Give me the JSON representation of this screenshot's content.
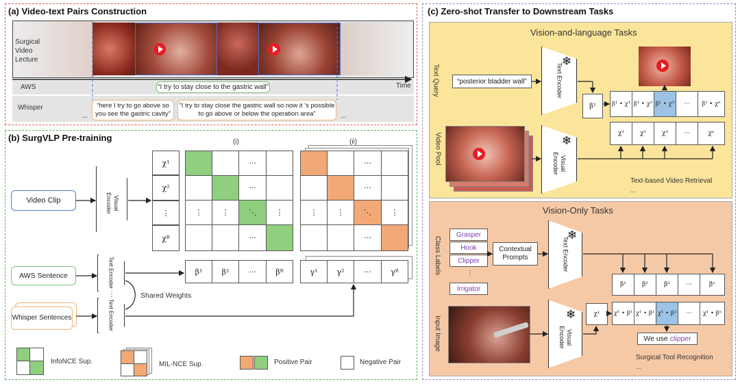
{
  "panel_a": {
    "title": "(a) Video-text Pairs Construction",
    "video_label": "Surgical Video Lecture",
    "time_label": "Time",
    "aws_label": "AWS",
    "whisper_label": "Whisper",
    "aws_quote": "“I try to stay close to the gastric wall”",
    "whisper_quote_1": "“here I try to go above so you see the gastric cavity”",
    "whisper_quote_2": "“I try to stay close the gastric wall so now it 's possible to go above or below the operation area”",
    "ellipsis": "..."
  },
  "panel_b": {
    "title": "(b) SurgVLP Pre-training",
    "video_clip": "Video Clip",
    "visual_encoder": "Visual Encoder",
    "text_encoder": "Text Encoder",
    "aws_sentence": "AWS Sentence",
    "whisper_sentences": "Whisper Sentences",
    "shared_weights": "Shared Weights",
    "matrix_i_label": "(i)",
    "matrix_ii_label": "(ii)",
    "chi_labels": [
      "χ¹",
      "χ²",
      "⋮",
      "χᴮ"
    ],
    "beta_labels": [
      "β¹",
      "β²",
      "···",
      "βᴮ"
    ],
    "gamma_labels": [
      "γ¹",
      "γ²",
      "···",
      "γᴮ"
    ],
    "dots_h": "···",
    "dots_v": "⋮",
    "dots_d": "⋱",
    "legend": {
      "infonce": "InfoNCE Sup.",
      "milnce": "MIL-NCE Sup.",
      "positive": "Positive Pair",
      "negative": "Negative Pair"
    }
  },
  "panel_c": {
    "title": "(c) Zero-shot Transfer to Downstream Tasks",
    "vl_title": "Vision-and-language Tasks",
    "text_query": "Text Query",
    "query_text": "“posterior bladder wall”",
    "text_encoder": "Text Encoder",
    "visual_encoder": "Visual Encoder",
    "video_pool": "Video Pool",
    "beta1": "β¹",
    "sim_row": [
      "β¹ • χ¹",
      "β¹ • χ²",
      "β¹ • χ³",
      "···",
      "β¹ • χⁿ"
    ],
    "chi_row": [
      "χ¹",
      "χ²",
      "χ³",
      "···",
      "χⁿ"
    ],
    "retrieval_label": "Text-based Video Retrieval",
    "ellipsis": "...",
    "vo_title": "Vision-Only Tasks",
    "class_labels": "Class Labels",
    "classes": [
      "Grasper",
      "Hook",
      "Clipper",
      "⋮",
      "Irrigator"
    ],
    "contextual_prompts": "Contextual Prompts",
    "beta_row": [
      "β¹",
      "β²",
      "β³",
      "···",
      "βⁿ"
    ],
    "input_image": "Input Image",
    "chi1": "χ¹",
    "sim_row2": [
      "χ¹ • β¹",
      "χ¹ • β²",
      "χ¹ • β³",
      "···",
      "χ¹ • βⁿ"
    ],
    "we_use": "We use",
    "we_use_word": "clipper",
    "recognition_label": "Surgical Tool Recognition"
  },
  "colors": {
    "red_dashed": "#e05a5a",
    "green_dashed": "#5cae5c",
    "purple_dashed": "#9a7fc0",
    "yellow_bg": "#fbe59a",
    "orange_bg": "#f6c9a6",
    "positive_green": "#8fcf7e",
    "positive_orange": "#f2a976",
    "highlight_blue": "#9cc3e6",
    "aws_box_green": "#7cc27c",
    "whisper_box_orange": "#f2b37c"
  }
}
